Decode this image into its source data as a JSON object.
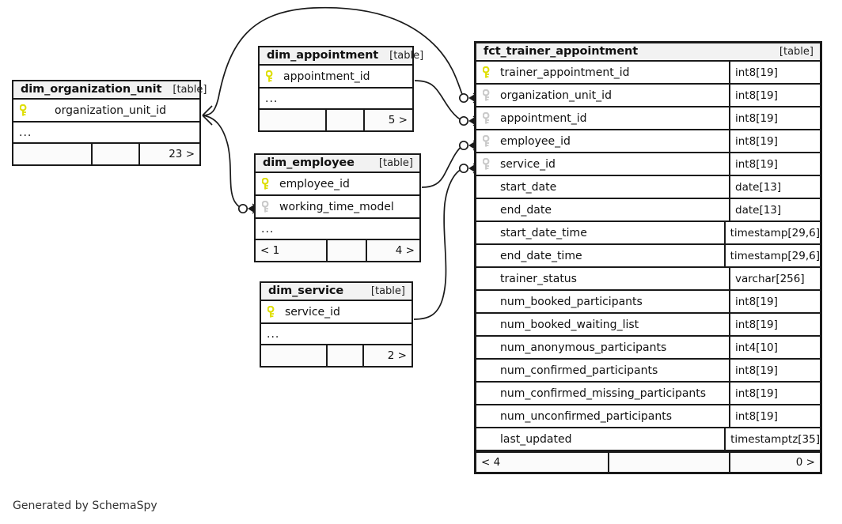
{
  "diagram": {
    "generator_note": "Generated by SchemaSpy",
    "table_tag": "[table]",
    "ellipsis": "...",
    "colors": {
      "primary_key": "#e8e800",
      "foreign_key": "#cccccc",
      "border": "#1a1a1a",
      "header_fill": "#f2f2f2",
      "background": "#ffffff"
    }
  },
  "tables": {
    "dim_organization_unit": {
      "name": "dim_organization_unit",
      "tag": "[table]",
      "columns": [
        {
          "key": "primary",
          "name": "organization_unit_id"
        }
      ],
      "ellipsis": "...",
      "footer": {
        "left": "",
        "middle": "",
        "right": "23 >"
      }
    },
    "dim_appointment": {
      "name": "dim_appointment",
      "tag": "[table]",
      "columns": [
        {
          "key": "primary",
          "name": "appointment_id"
        }
      ],
      "ellipsis": "...",
      "footer": {
        "left": "",
        "middle": "",
        "right": "5 >"
      }
    },
    "dim_employee": {
      "name": "dim_employee",
      "tag": "[table]",
      "columns": [
        {
          "key": "primary",
          "name": "employee_id"
        },
        {
          "key": "foreign",
          "name": "working_time_model"
        }
      ],
      "ellipsis": "...",
      "footer": {
        "left": "< 1",
        "middle": "",
        "right": "4 >"
      }
    },
    "dim_service": {
      "name": "dim_service",
      "tag": "[table]",
      "columns": [
        {
          "key": "primary",
          "name": "service_id"
        }
      ],
      "ellipsis": "...",
      "footer": {
        "left": "",
        "middle": "",
        "right": "2 >"
      }
    },
    "fct_trainer_appointment": {
      "name": "fct_trainer_appointment",
      "tag": "[table]",
      "columns": [
        {
          "key": "primary",
          "name": "trainer_appointment_id",
          "type": "int8[19]"
        },
        {
          "key": "foreign",
          "name": "organization_unit_id",
          "type": "int8[19]"
        },
        {
          "key": "foreign",
          "name": "appointment_id",
          "type": "int8[19]"
        },
        {
          "key": "foreign",
          "name": "employee_id",
          "type": "int8[19]"
        },
        {
          "key": "foreign",
          "name": "service_id",
          "type": "int8[19]"
        },
        {
          "key": "none",
          "name": "start_date",
          "type": "date[13]"
        },
        {
          "key": "none",
          "name": "end_date",
          "type": "date[13]"
        },
        {
          "key": "none",
          "name": "start_date_time",
          "type": "timestamp[29,6]"
        },
        {
          "key": "none",
          "name": "end_date_time",
          "type": "timestamp[29,6]"
        },
        {
          "key": "none",
          "name": "trainer_status",
          "type": "varchar[256]"
        },
        {
          "key": "none",
          "name": "num_booked_participants",
          "type": "int8[19]"
        },
        {
          "key": "none",
          "name": "num_booked_waiting_list",
          "type": "int8[19]"
        },
        {
          "key": "none",
          "name": "num_anonymous_participants",
          "type": "int4[10]"
        },
        {
          "key": "none",
          "name": "num_confirmed_participants",
          "type": "int8[19]"
        },
        {
          "key": "none",
          "name": "num_confirmed_missing_participants",
          "type": "int8[19]"
        },
        {
          "key": "none",
          "name": "num_unconfirmed_participants",
          "type": "int8[19]"
        },
        {
          "key": "none",
          "name": "last_updated",
          "type": "timestamptz[35]"
        }
      ],
      "footer": {
        "left": "< 4",
        "middle": "",
        "right": "0 >"
      }
    }
  },
  "relationships": [
    {
      "from": "dim_organization_unit",
      "to": "fct_trainer_appointment.organization_unit_id"
    },
    {
      "from": "dim_appointment",
      "to": "fct_trainer_appointment.appointment_id"
    },
    {
      "from": "dim_employee",
      "to": "fct_trainer_appointment.employee_id"
    },
    {
      "from": "dim_service",
      "to": "fct_trainer_appointment.service_id"
    },
    {
      "from": "dim_organization_unit",
      "to": "dim_employee.working_time_model"
    }
  ]
}
